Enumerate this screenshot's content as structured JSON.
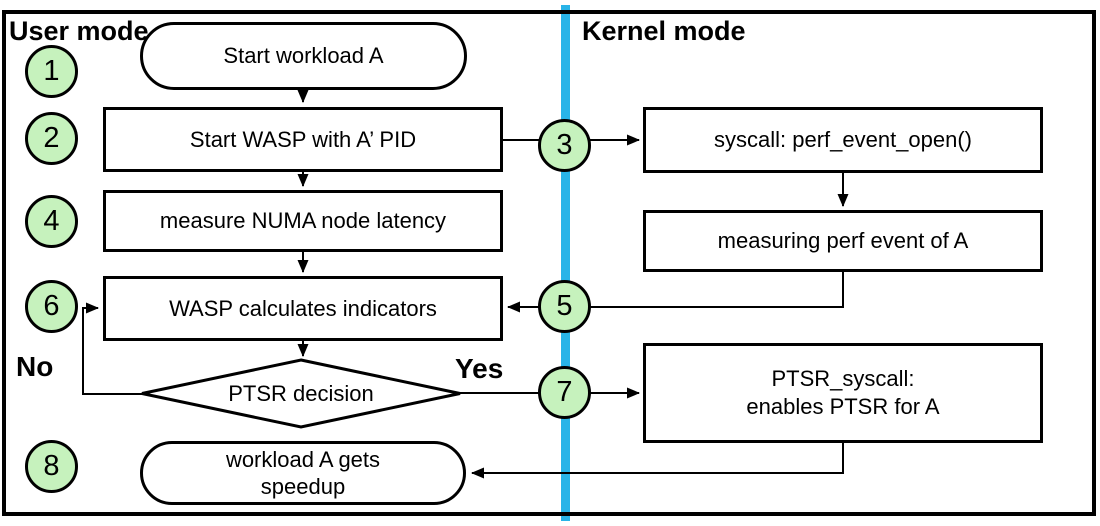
{
  "diagram": {
    "regions": {
      "user_mode_label": "User mode",
      "kernel_mode_label": "Kernel mode"
    },
    "colors": {
      "divider": "#29b4e8",
      "step_badge_fill": "#c6f2bd",
      "shape_stroke": "#000000",
      "shape_fill": "#ffffff"
    },
    "steps": [
      "1",
      "2",
      "3",
      "4",
      "5",
      "6",
      "7",
      "8"
    ],
    "nodes": {
      "start": "Start workload A",
      "start_wasp": "Start WASP with A’ PID",
      "measure_numa": "measure NUMA node latency",
      "wasp_indicators": "WASP calculates indicators",
      "ptsr_decision": "PTSR decision",
      "speedup_line1": "workload A gets",
      "speedup_line2": "speedup",
      "syscall_open": "syscall: perf_event_open()",
      "measuring_perf": "measuring perf event of A",
      "ptsr_syscall_line1": "PTSR_syscall:",
      "ptsr_syscall_line2": "enables PTSR for A"
    },
    "edges": {
      "no_label": "No",
      "yes_label": "Yes"
    }
  }
}
